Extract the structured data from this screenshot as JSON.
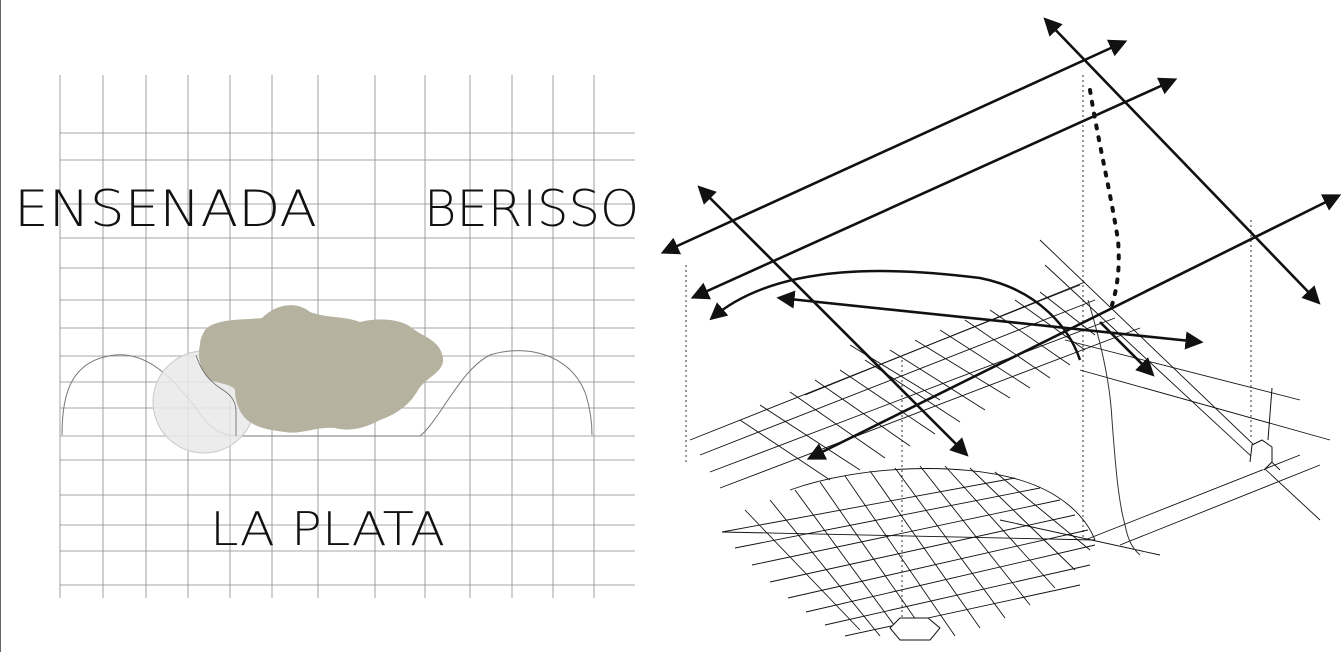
{
  "labels": {
    "ensenada": "ENSENADA",
    "berisso": "BERISSO",
    "la_plata": "LA PLATA"
  },
  "colors": {
    "grid": "#8a8a8a",
    "blob": "#b5b29f",
    "circle": "#e9e9e9",
    "arrow": "#111111",
    "line": "#222222"
  }
}
